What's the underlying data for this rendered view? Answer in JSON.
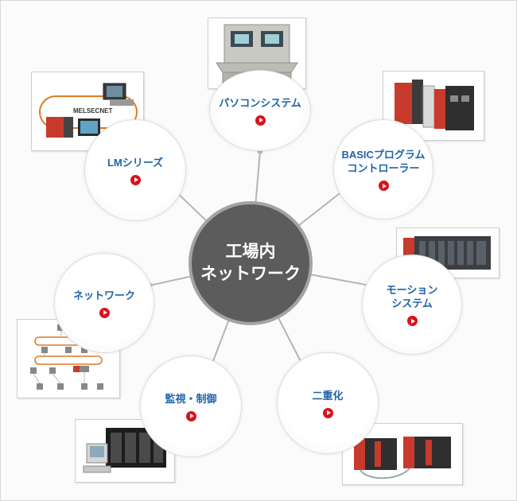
{
  "hub": {
    "label": "工場内\nネットワーク"
  },
  "nodes": {
    "pc_system": {
      "label": "パソコンシステム"
    },
    "basic_controller": {
      "label": "BASICプログラム\nコントローラー"
    },
    "lm_series": {
      "label": "LMシリーズ"
    },
    "network": {
      "label": "ネットワーク"
    },
    "motion_system": {
      "label": "モーション\nシステム"
    },
    "monitoring": {
      "label": "監視・制御"
    },
    "duplex": {
      "label": "二重化"
    }
  },
  "images": {
    "lm_photo_caption": "MELSECNET"
  },
  "icons": {
    "play": "play-circle-icon"
  },
  "colors": {
    "accent": "#d9121b",
    "label": "#1e63a8",
    "hub": "#5c5c5c"
  }
}
